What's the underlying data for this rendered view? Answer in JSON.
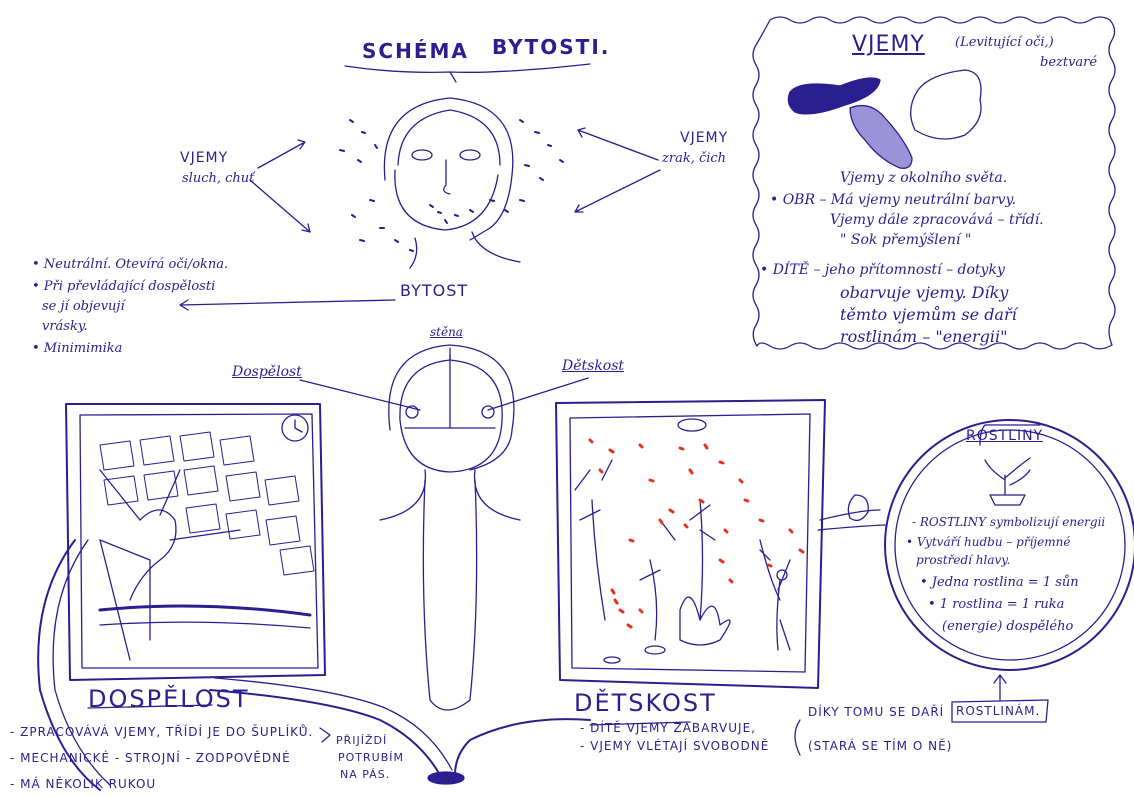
{
  "title": {
    "word1": "SCHÉMA",
    "word2": "BYTOSTI."
  },
  "vjemy_left": {
    "label": "VJEMY",
    "sub": "sluch, chuť"
  },
  "vjemy_right": {
    "label": "VJEMY",
    "sub": "zrak, čich"
  },
  "bytost": {
    "label": "BYTOST",
    "notes": [
      "• Neutrální. Otevírá oči/okna.",
      "• Při převládající dospělosti",
      "se jí objevují",
      "vrásky.",
      "• Minimimika"
    ]
  },
  "head_labels": {
    "stena": "stěna",
    "dospelost": "Dospělost",
    "detskost": "Dětskost"
  },
  "vjemy_box": {
    "title": "VJEMY",
    "subtitle1": "(Levitující oči,)",
    "subtitle2": "beztvaré",
    "lines": [
      "Vjemy z okolního světa.",
      "• OBR – Má vjemy neutrální barvy.",
      "Vjemy dále zpracovává – třídí.",
      "\" Sok přemýšlení \"",
      "• DÍTĚ – jeho přítomností – dotyky",
      "obarvuje vjemy. Díky",
      "těmto vjemům se daří",
      "rostlinám – \"energii\""
    ]
  },
  "dospelost": {
    "title": "DOSPĚLOST",
    "lines": [
      "- ZPRACOVÁVÁ VJEMY, TŘÍDÍ JE DO ŠUPLÍKŮ.",
      "- MECHANICKÉ - STROJNÍ - ZODPOVĚDNÉ",
      "- MÁ NĚKOLIK RUKOU"
    ],
    "pipe_note": [
      "PŘIJÍŽDÍ",
      "POTRUBÍM",
      "NA PÁS."
    ]
  },
  "detskost": {
    "title": "DĚTSKOST",
    "lines": [
      "- DÍTĚ VJEMY ZABARVUJE,",
      "- VJEMY VLÉTAJÍ SVOBODNĚ"
    ],
    "result1": "DÍKY TOMU SE DAŘÍ",
    "result2": "(STARÁ SE TÍM O NĚ)",
    "rostlinam": "ROSTLINÁM."
  },
  "rostliny": {
    "title": "ROSTLINY",
    "lines": [
      "- ROSTLINY symbolizují energii",
      "• Vytváří hudbu – příjemné",
      "prostředí hlavy.",
      "• Jedna rostlina = 1 sůn",
      "• 1 rostlina = 1 ruka",
      "(energie) dospělého"
    ]
  },
  "colors": {
    "ink": "#2b1e8f",
    "red": "#e5321c",
    "paper": "#ffffff"
  }
}
